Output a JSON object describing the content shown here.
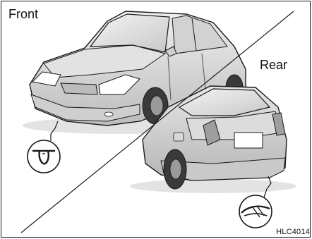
{
  "labels": {
    "front": "Front",
    "rear": "Rear",
    "code": "HLC4014"
  },
  "icons": {
    "front_hook": "tow-hook-front-icon",
    "rear_hook": "tow-hook-rear-icon"
  },
  "colors": {
    "background": "#ffffff",
    "line": "#1a1a1a",
    "car_shade": "#d4d4d4"
  }
}
